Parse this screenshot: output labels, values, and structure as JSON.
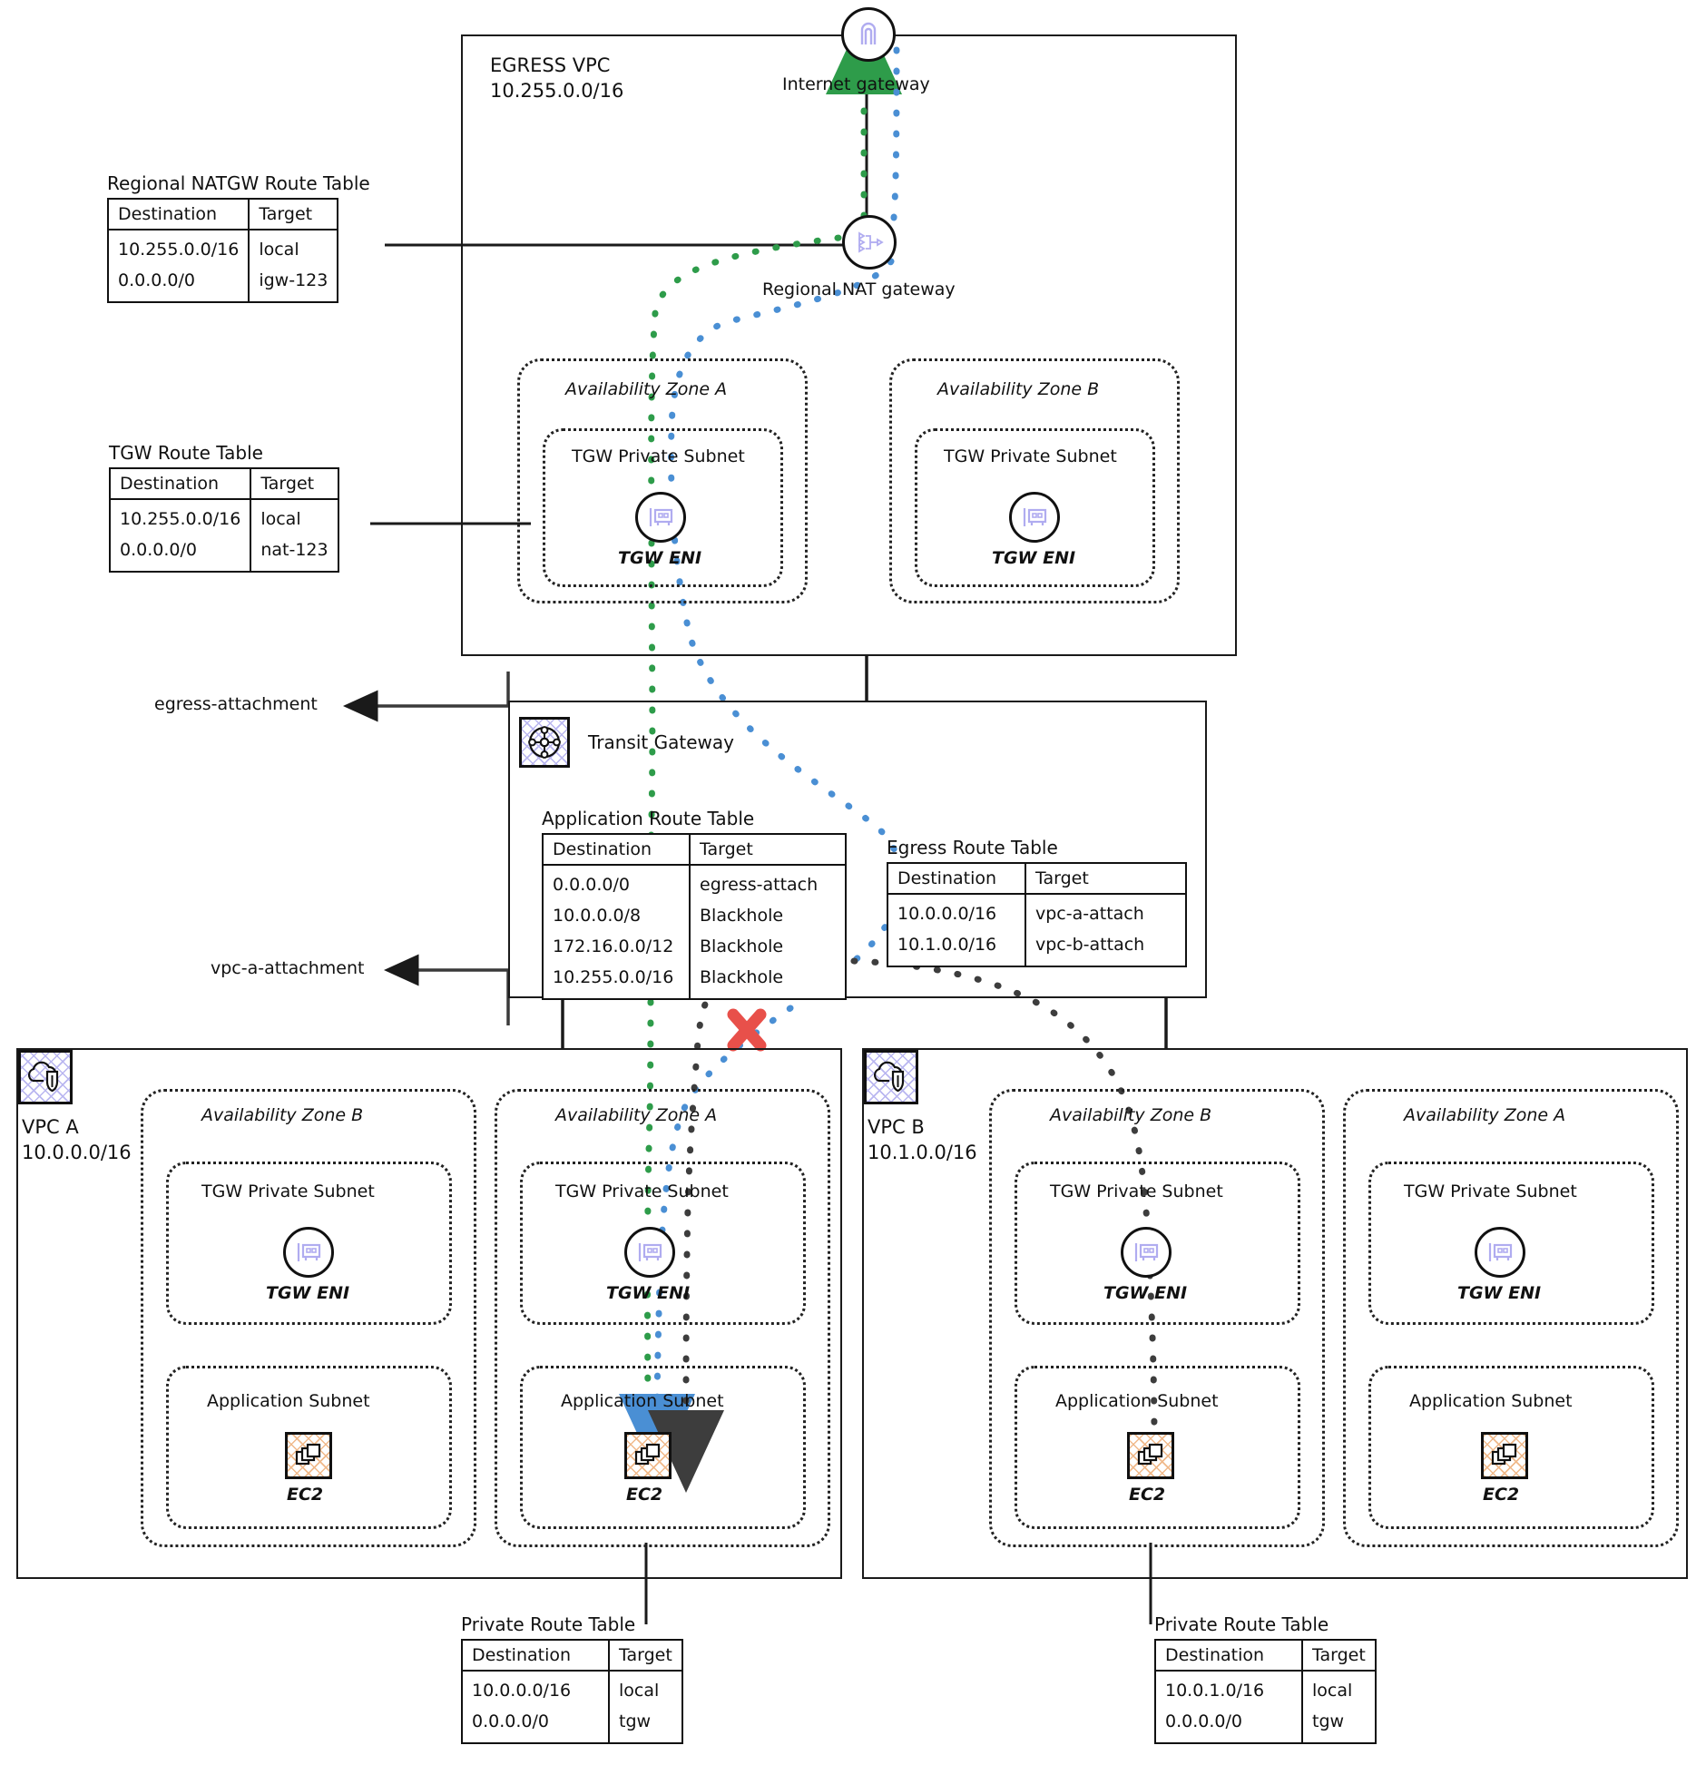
{
  "egress_vpc": {
    "name": "EGRESS VPC",
    "cidr": "10.255.0.0/16",
    "internet_gateway_label": "Internet gateway",
    "nat_gateway_label": "Regional NAT gateway",
    "zones": [
      {
        "name": "Availability Zone A",
        "subnet": "TGW Private Subnet",
        "node": "TGW ENI"
      },
      {
        "name": "Availability Zone B",
        "subnet": "TGW Private Subnet",
        "node": "TGW ENI"
      }
    ]
  },
  "natgw_route_table": {
    "title": "Regional NATGW Route Table",
    "columns": [
      "Destination",
      "Target"
    ],
    "rows": [
      [
        "10.255.0.0/16",
        "local"
      ],
      [
        "0.0.0.0/0",
        "igw-123"
      ]
    ]
  },
  "tgw_route_table": {
    "title": "TGW Route Table",
    "columns": [
      "Destination",
      "Target"
    ],
    "rows": [
      [
        "10.255.0.0/16",
        "local"
      ],
      [
        "0.0.0.0/0",
        "nat-123"
      ]
    ]
  },
  "transit_gateway": {
    "label": "Transit Gateway",
    "application_route_table": {
      "title": "Application Route Table",
      "columns": [
        "Destination",
        "Target"
      ],
      "rows": [
        [
          "0.0.0.0/0",
          "egress-attach"
        ],
        [
          "10.0.0.0/8",
          "Blackhole"
        ],
        [
          "172.16.0.0/12",
          "Blackhole"
        ],
        [
          "10.255.0.0/16",
          "Blackhole"
        ]
      ]
    },
    "egress_route_table": {
      "title": "Egress Route Table",
      "columns": [
        "Destination",
        "Target"
      ],
      "rows": [
        [
          "10.0.0.0/16",
          "vpc-a-attach"
        ],
        [
          "10.1.0.0/16",
          "vpc-b-attach"
        ]
      ]
    }
  },
  "attachments": {
    "egress": "egress-attachment",
    "vpc_a": "vpc-a-attachment"
  },
  "vpc_a": {
    "name": "VPC A",
    "cidr": "10.0.0.0/16",
    "zones": [
      {
        "name": "Availability Zone B",
        "tgw_subnet": "TGW Private Subnet",
        "tgw_node": "TGW ENI",
        "app_subnet": "Application Subnet",
        "app_node": "EC2"
      },
      {
        "name": "Availability Zone A",
        "tgw_subnet": "TGW Private Subnet",
        "tgw_node": "TGW ENI",
        "app_subnet": "Application Subnet",
        "app_node": "EC2"
      }
    ],
    "private_route_table": {
      "title": "Private Route Table",
      "columns": [
        "Destination",
        "Target"
      ],
      "rows": [
        [
          "10.0.0.0/16",
          "local"
        ],
        [
          "0.0.0.0/0",
          "tgw"
        ]
      ]
    }
  },
  "vpc_b": {
    "name": "VPC B",
    "cidr": "10.1.0.0/16",
    "zones": [
      {
        "name": "Availability Zone B",
        "tgw_subnet": "TGW Private Subnet",
        "tgw_node": "TGW ENI",
        "app_subnet": "Application Subnet",
        "app_node": "EC2"
      },
      {
        "name": "Availability Zone A",
        "tgw_subnet": "TGW Private Subnet",
        "tgw_node": "TGW ENI",
        "app_subnet": "Application Subnet",
        "app_node": "EC2"
      }
    ],
    "private_route_table": {
      "title": "Private Route Table",
      "columns": [
        "Destination",
        "Target"
      ],
      "rows": [
        [
          "10.0.1.0/16",
          "local"
        ],
        [
          "0.0.0.0/0",
          "tgw"
        ]
      ]
    }
  },
  "flows": {
    "colors": {
      "outbound_green": "#2e9c4a",
      "inbound_blue": "#4a8fd4",
      "blackhole_gray": "#3d3d3d",
      "blocked_red": "#e8504a"
    },
    "blocked_marker": "X"
  }
}
